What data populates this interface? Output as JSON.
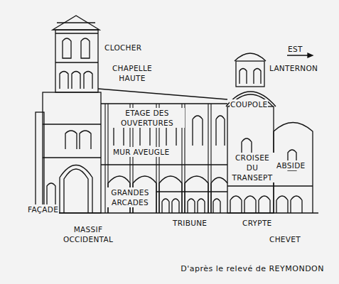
{
  "diagram": {
    "caption": "D'après le relevé de REYMONDON",
    "labels": [
      "EST",
      "CLOCHER",
      "CHAPELLE HAUTE",
      "LANTERNON",
      "COUPOLE",
      "ETAGE DES OUVERTURES",
      "MUR AVEUGLE",
      "CROISEE DU TRANSEPT",
      "ABSIDE",
      "GRANDES ARCADES",
      "FAÇADE",
      "TRIBUNE",
      "CRYPTE",
      "MASSIF OCCIDENTAL",
      "CHEVET"
    ]
  }
}
